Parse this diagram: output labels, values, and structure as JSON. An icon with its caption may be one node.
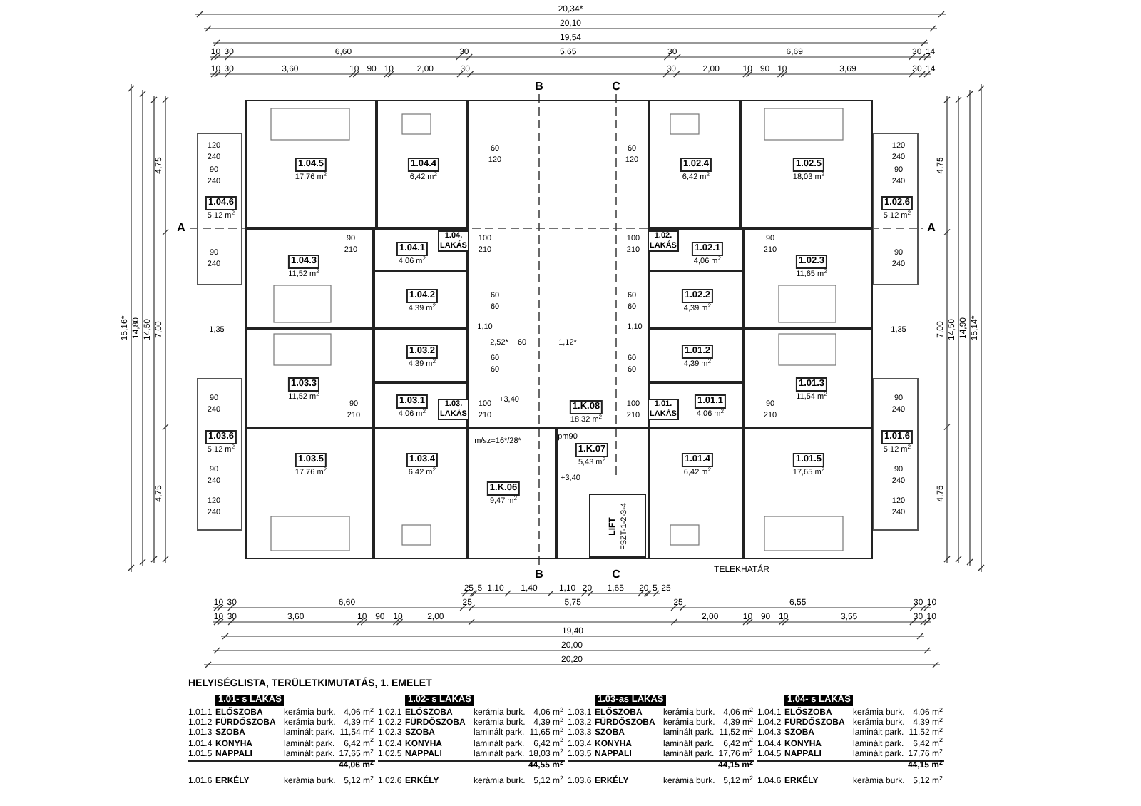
{
  "diagram": {
    "title": "HELYISÉGLISTA, TERÜLETKIMUTATÁS, 1. EMELET",
    "nodes": [
      {
        "text": [
          "1.04.6",
          "5,12 m$^{2}$"
        ]
      },
      {
        "text": [
          "1.04.5",
          "17,76 m$^{2}$"
        ]
      },
      {
        "text": [
          "1.04.4",
          "6,42 m$^{2}$"
        ]
      },
      {
        "text": [
          "1.K.08",
          "18,32 m$^{2}$"
        ]
      },
      {
        "text": [
          "1.02.4",
          "6,42 m$^{2}$"
        ]
      },
      {
        "text": [
          "1.02.5",
          "18,03 m$^{2}$"
        ]
      },
      {
        "text": [
          "1.02.6",
          "5,12 m$^{2}$"
        ]
      },
      {
        "text": [
          "1.04.3",
          "11,52 m$^{2}$"
        ]
      },
      {
        "text": [
          "1.04.1",
          "4,06 m$^{2}$"
        ]
      },
      {
        "text": [
          "1.02.1",
          "4,06 m$^{2}$"
        ]
      },
      {
        "text": [
          "1.02.3",
          "11,65 m$^{2}$"
        ]
      },
      {
        "text": [
          "1.04.2",
          "4,39 m$^{2}$"
        ]
      },
      {
        "text": [
          "1.02.2",
          "4,39 m$^{2}$"
        ]
      },
      {
        "text": [
          "1.03.3",
          "11,52 m$^{2}$"
        ]
      },
      {
        "text": [
          "1.03.2",
          "4,39 m$^{2}$"
        ]
      },
      {
        "text": [
          "1.01.2",
          "4,39 m$^{2}$"
        ]
      },
      {
        "text": [
          "1.01.3",
          "11,54 m$^{2}$"
        ]
      },
      {
        "text": [
          "1.03.6",
          "5,12 m$^{2}$"
        ]
      },
      {
        "text": [
          "1.03.1",
          "4,06 m$^{2}$"
        ]
      },
      {
        "text": [
          "1.01.1",
          "4,06 m$^{2}$"
        ]
      },
      {
        "text": [
          "1.01.6",
          "5,12 m$^{2}$"
        ]
      },
      {
        "text": [
          "1.03.5",
          "17,76 m$^{2}$"
        ]
      },
      {
        "text": [
          "1.03.4",
          "6,42 m$^{2}$"
        ]
      },
      {
        "text": [
          "1.K.06",
          "9,47 m$^{2}$"
        ]
      },
      {
        "text": [
          "1.K.07",
          "5,43 m$^{2}$"
        ]
      },
      {
        "text": [
          "LIFT",
          "FSZT-1-2-3-4"
        ],
        "in": 24
      },
      {
        "text": [
          "1.01.4",
          "6,42 m$^{2}$"
        ]
      },
      {
        "text": [
          "1.01.5",
          "17,65 m$^{2}$"
        ]
      }
    ],
    "labels": [
      "20,34*",
      "20,10",
      "19,54",
      "10",
      "30",
      "6,60",
      "30",
      "5,65",
      "30",
      "6,69",
      "30",
      "14",
      "10",
      "30",
      "3,60",
      "10",
      "90",
      "10",
      "2,00",
      "30",
      "30",
      "2,00",
      "10",
      "90",
      "10",
      "3,69",
      "30",
      "14",
      "B",
      "C",
      "15,16*",
      "14,80",
      "14,50",
      "4,75",
      "7,00",
      "4,75",
      "A",
      "A",
      "4,75",
      "7,00",
      "4,75",
      "14,50",
      "14,90",
      "15,14*",
      "1.04. LAKÁS",
      "1.02. LAKÁS",
      "1.03. LAKÁS",
      "1.01. LAKÁS",
      "120",
      "240",
      "90",
      "240",
      "90",
      "240",
      "60",
      "120",
      "60",
      "120",
      "120",
      "240",
      "90",
      "240",
      "90",
      "240",
      "90",
      "210",
      "100",
      "210",
      "100",
      "210",
      "90",
      "210",
      "60",
      "60",
      "60",
      "60",
      "1,35",
      "1,10",
      "1,10",
      "1,35",
      "2,52*",
      "60",
      "1,12*",
      "60",
      "60",
      "60",
      "60",
      "+3,40",
      "90",
      "210",
      "100",
      "210",
      "100",
      "210",
      "90",
      "210",
      "90",
      "240",
      "90",
      "240",
      "120",
      "240",
      "90",
      "240",
      "90",
      "240",
      "120",
      "240",
      "m/sz=16*/28*",
      "pm90",
      "+3,40",
      "TELEKHATÁR",
      "B",
      "C",
      "25",
      "5",
      "1,10",
      "1,40",
      "1,10",
      "20",
      "1,65",
      "20",
      "5",
      "25",
      "10",
      "30",
      "6,60",
      "25",
      "5,75",
      "25",
      "6,55",
      "30",
      "10",
      "10",
      "30",
      "3,60",
      "10",
      "90",
      "10",
      "2,00",
      "2,00",
      "10",
      "90",
      "10",
      "3,55",
      "30",
      "10",
      "19,40",
      "20,00",
      "20,20",
      "1.01- s LAKÁS",
      "1.02- s LAKÁS",
      "1.03-as LAKÁS",
      "1.04- s LAKÁS",
      "1.01.1",
      "ELŐSZOBA",
      "kerámia burk.",
      "4,06 m$^{2}$",
      "1.02.1",
      "ELŐSZOBA",
      "kerámia burk.",
      "4,06 m$^{2}$",
      "1.03.1",
      "ELŐSZOBA",
      "kerámia burk.",
      "4,06 m$^{2}$",
      "1.04.1",
      "ELŐSZOBA",
      "kerámia burk.",
      "4,06 m$^{2}$",
      "1.01.2",
      "FÜRDŐSZOBA",
      "kerámia burk.",
      "4,39 m$^{2}$",
      "1.02.2",
      "FÜRDŐSZOBA",
      "kerámia burk.",
      "4,39 m$^{2}$",
      "1.03.2",
      "FÜRDŐSZOBA",
      "kerámia burk.",
      "4,39 m$^{2}$",
      "1.04.2",
      "FÜRDŐSZOBA",
      "kerámia burk.",
      "4,39 m$^{2}$",
      "1.01.3",
      "SZOBA",
      "laminált park.",
      "11,54 m$^{2}$",
      "1.02.3",
      "SZOBA",
      "laminált park.",
      "11,65 m$^{2}$",
      "1.03.3",
      "SZOBA",
      "laminált park.",
      "11,52 m$^{2}$",
      "1.04.3",
      "SZOBA",
      "laminált park.",
      "11,52 m$^{2}$",
      "1.01.4",
      "KONYHA",
      "laminált park.",
      "6,42 m$^{2}$",
      "1.02.4",
      "KONYHA",
      "laminált park.",
      "6,42 m$^{2}$",
      "1.03.4",
      "KONYHA",
      "laminált park.",
      "6,42 m$^{2}$",
      "1.04.4",
      "KONYHA",
      "laminált park.",
      "6,42 m$^{2}$",
      "1.01.5",
      "NAPPALI",
      "laminált park.",
      "17,65 m$^{2}$",
      "1.02.5",
      "NAPPALI",
      "laminált park.",
      "18,03 m$^{2}$",
      "1.03.5",
      "NAPPALI",
      "laminált park.",
      "17,76 m$^{2}$",
      "1.04.5",
      "NAPPALI",
      "laminált park.",
      "17,76 m$^{2}$",
      "44,06 m$^{2}$",
      "44,55 m$^{2}$",
      "44,15 m$^{2}$",
      "44,15 m$^{2}$",
      "1.01.6",
      "ERKÉLY",
      "kerámia burk.",
      "5,12 m$^{2}$",
      "1.02.6",
      "ERKÉLY",
      "kerámia burk.",
      "5,12 m$^{2}$",
      "1.03.6",
      "ERKÉLY",
      "kerámia burk.",
      "5,12 m$^{2}$",
      "1.04.6",
      "ERKÉLY",
      "kerámia burk.",
      "5,12 m$^{2}$"
    ]
  }
}
